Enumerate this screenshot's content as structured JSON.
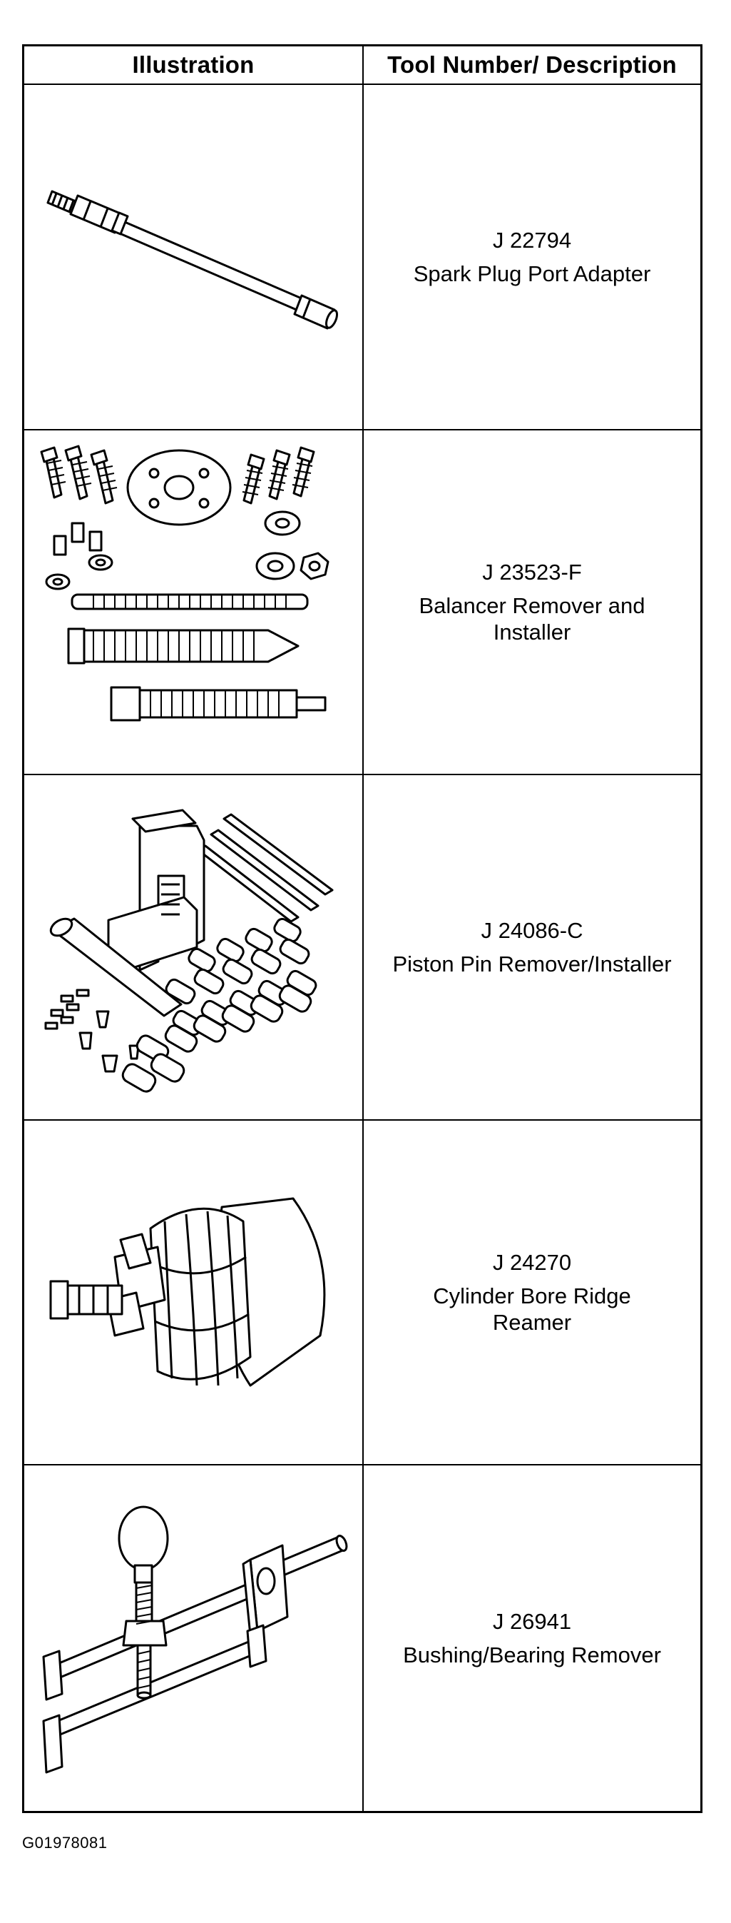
{
  "table": {
    "headers": [
      "Illustration",
      "Tool Number/ Description"
    ],
    "rows": [
      {
        "tool_number": "J 22794",
        "description": "Spark Plug Port Adapter",
        "illustration": "spark-plug-port-adapter-drawing"
      },
      {
        "tool_number": "J 23523-F",
        "description": "Balancer Remover and\nInstaller",
        "illustration": "balancer-remover-installer-drawing"
      },
      {
        "tool_number": "J 24086-C",
        "description": "Piston Pin Remover/Installer",
        "illustration": "piston-pin-remover-installer-drawing"
      },
      {
        "tool_number": "J 24270",
        "description": "Cylinder Bore Ridge\nReamer",
        "illustration": "cylinder-bore-ridge-reamer-drawing"
      },
      {
        "tool_number": "J 26941",
        "description": "Bushing/Bearing Remover",
        "illustration": "bushing-bearing-remover-drawing"
      }
    ]
  },
  "figure_id": "G01978081"
}
